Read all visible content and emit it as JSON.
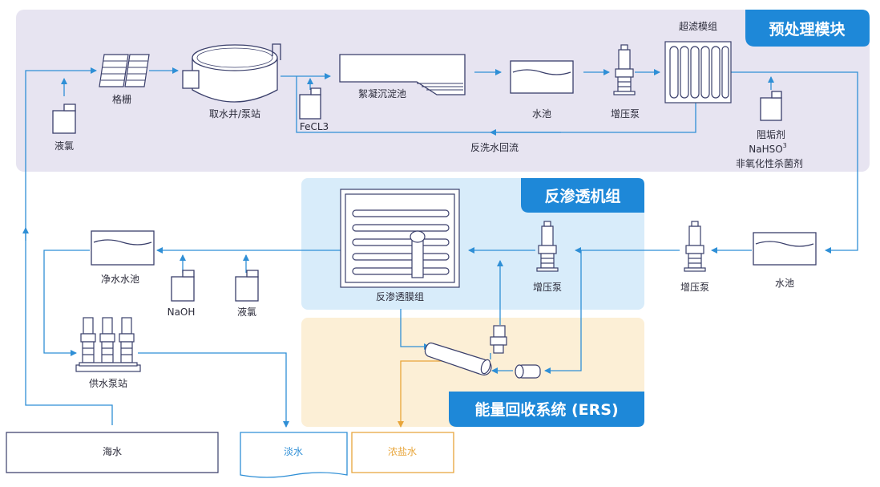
{
  "colors": {
    "pretreatment_bg": "#e7e4f1",
    "ro_bg": "#d8ecfa",
    "ers_bg": "#fcefd6",
    "title_tab": "#1e88d8",
    "flow_line": "#2f8fd6",
    "brine_line": "#e8a53a",
    "equipment_stroke": "#3a3f6b"
  },
  "zones": {
    "pretreatment": "预处理模块",
    "ro": "反渗透机组",
    "ers": "能量回收系统 (ERS)"
  },
  "labels": {
    "grille": "格栅",
    "intake": "取水井/泵站",
    "coag": "絮凝沉淀池",
    "pool1": "水池",
    "booster1": "增压泵",
    "uf": "超滤模组",
    "fecl3": "FeCL3",
    "chlorine1": "液氯",
    "backwash": "反洗水回流",
    "chem1": "阻垢剂",
    "chem2_main": "NaHSO",
    "chem2_sub": "3",
    "chem3": "非氧化性杀菌剂",
    "pool2": "水池",
    "booster2": "增压泵",
    "booster3": "增压泵",
    "ro_membrane": "反渗透膜组",
    "clean_pool": "净水水池",
    "naoh": "NaOH",
    "chlorine2": "液氯",
    "supply_station": "供水泵站",
    "seawater": "海水",
    "freshwater": "淡水",
    "brine": "浓盐水"
  }
}
